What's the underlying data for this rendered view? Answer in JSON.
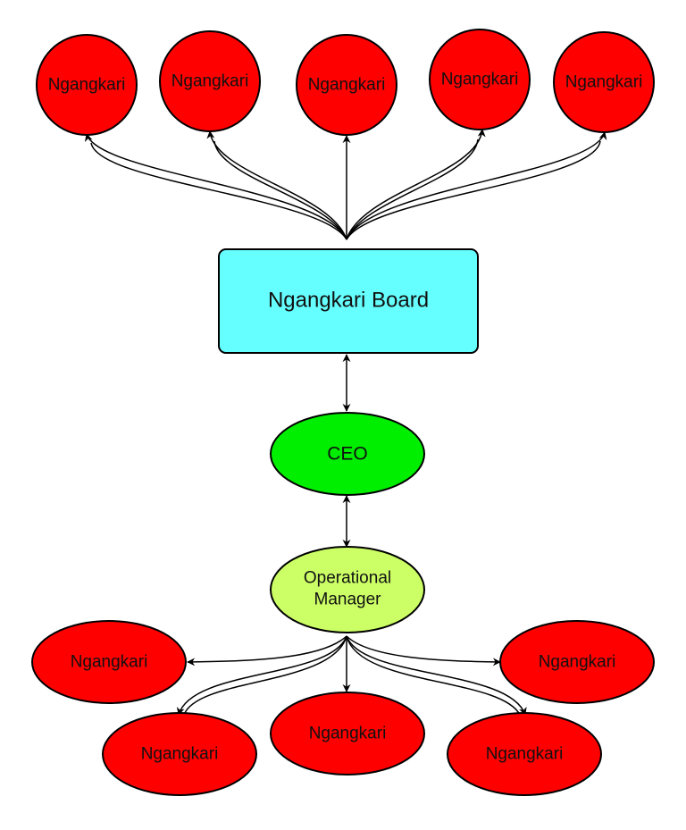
{
  "diagram": {
    "board": {
      "label": "Ngangkari Board",
      "color": "#66ffff"
    },
    "ceo": {
      "label": "CEO",
      "color": "#00ee00"
    },
    "ops": {
      "line1": "Operational",
      "line2": "Manager",
      "color": "#ccff66"
    },
    "top_nodes": [
      {
        "label": "Ngangkari"
      },
      {
        "label": "Ngangkari"
      },
      {
        "label": "Ngangkari"
      },
      {
        "label": "Ngangkari"
      },
      {
        "label": "Ngangkari"
      }
    ],
    "bottom_nodes": [
      {
        "label": "Ngangkari"
      },
      {
        "label": "Ngangkari"
      },
      {
        "label": "Ngangkari"
      },
      {
        "label": "Ngangkari"
      },
      {
        "label": "Ngangkari"
      }
    ],
    "node_color": "#ff0000"
  }
}
